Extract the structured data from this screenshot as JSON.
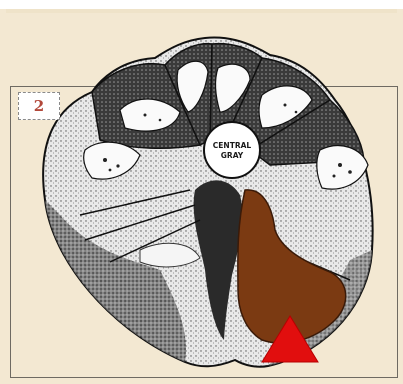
{
  "panel": {
    "number": "2"
  },
  "labels": {
    "central_gray_line1": "CENTRAL",
    "central_gray_line2": "GRAY"
  },
  "colors": {
    "page_background": "#f3e8d2",
    "lesion": "#7b3a12",
    "marker": "#e10e0e",
    "number_text": "#b2483a"
  }
}
